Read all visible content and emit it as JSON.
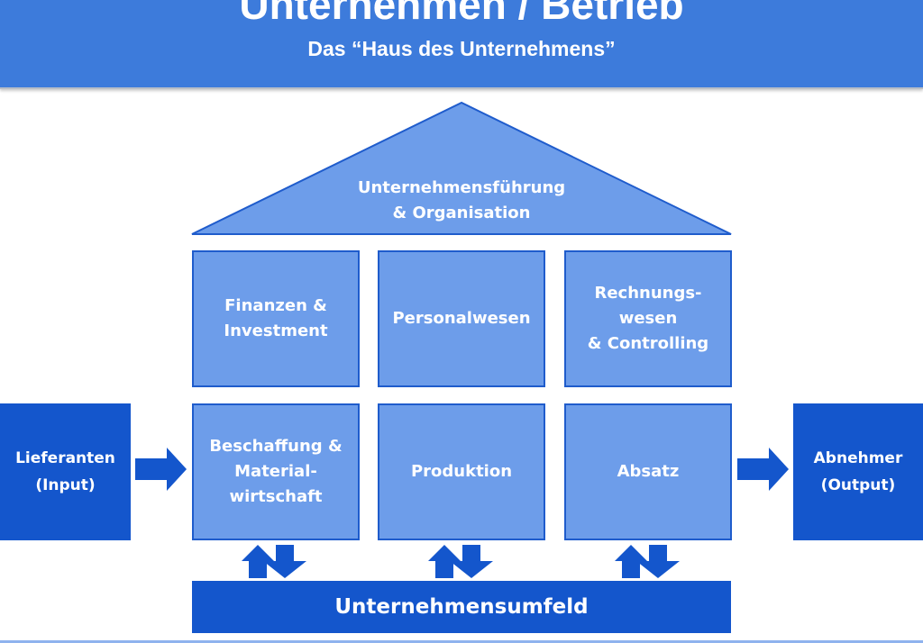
{
  "header": {
    "title": "Unternehmen / Betrieb",
    "subtitle": "Das “Haus des Unternehmens”"
  },
  "roof": {
    "label": "Unternehmensführung\n& Organisation"
  },
  "row1": [
    "Finanzen &\nInvestment",
    "Personalwesen",
    "Rechnungs-\nwesen\n& Controlling"
  ],
  "row2": [
    "Beschaffung &\nMaterial-\nwirtschaft",
    "Produktion",
    "Absatz"
  ],
  "left": {
    "label": "Lieferanten\n(Input)"
  },
  "right": {
    "label": "Abnehmer\n(Output)"
  },
  "bottom": {
    "label": "Unternehmensumfeld"
  },
  "colors": {
    "header": "#3d7bdb",
    "dark": "#1456cc",
    "light": "#6d9dea",
    "border": "#1f5ccc"
  }
}
